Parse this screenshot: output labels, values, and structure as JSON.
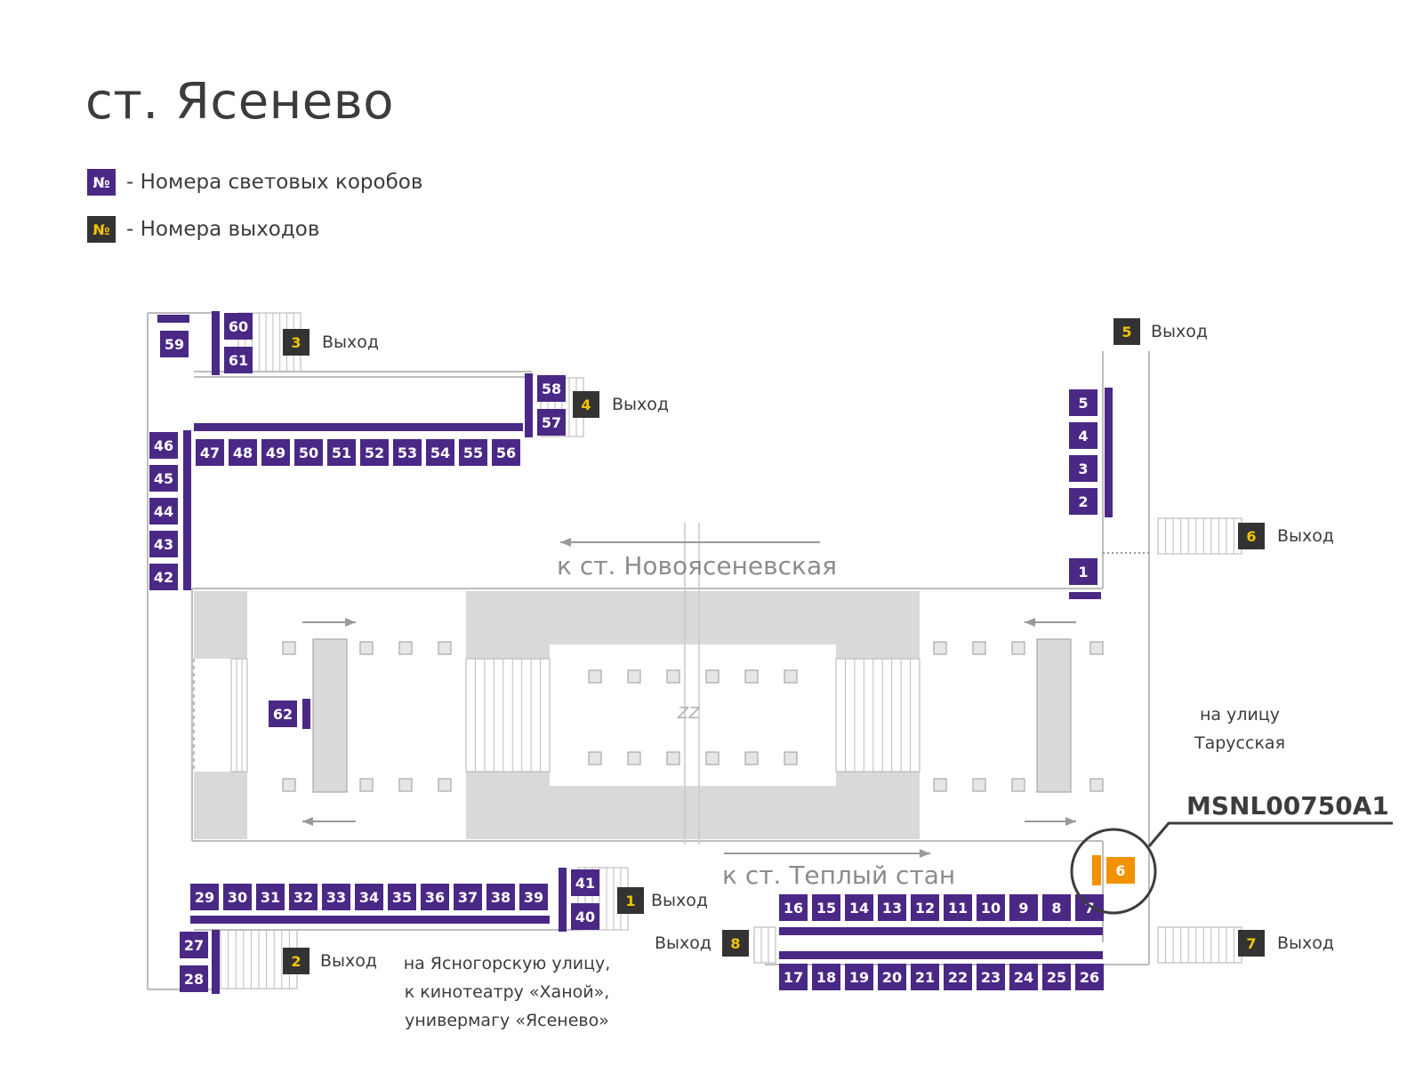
{
  "title": "ст. Ясенево",
  "legend": {
    "box_symbol": "№",
    "box_text": "- Номера световых коробов",
    "exit_symbol": "№",
    "exit_text": "- Номера выходов"
  },
  "colors": {
    "box": "#4a2886",
    "exit": "#333333",
    "exit_number": "#f2c500",
    "highlight": "#f39200",
    "structure": "#d9d9d9",
    "line": "#bdbdbd",
    "text": "#3c3c3c"
  },
  "exit_label": "Выход",
  "exits": [
    "1",
    "2",
    "3",
    "4",
    "5",
    "6",
    "7",
    "8"
  ],
  "boxes": {
    "top_row": [
      "47",
      "48",
      "49",
      "50",
      "51",
      "52",
      "53",
      "54",
      "55",
      "56"
    ],
    "left_column": [
      "46",
      "45",
      "44",
      "43",
      "42"
    ],
    "top_left": [
      "59",
      "60",
      "61"
    ],
    "exit4_pair": [
      "58",
      "57"
    ],
    "right_column": [
      "5",
      "4",
      "3",
      "2",
      "1"
    ],
    "bottom_left_row": [
      "29",
      "30",
      "31",
      "32",
      "33",
      "34",
      "35",
      "36",
      "37",
      "38",
      "39"
    ],
    "exit1_pair": [
      "41",
      "40"
    ],
    "exit2_pair": [
      "27",
      "28"
    ],
    "mid": "62",
    "right_upper_row": [
      "16",
      "15",
      "14",
      "13",
      "12",
      "11",
      "10",
      "9",
      "8",
      "7"
    ],
    "right_lower_row": [
      "17",
      "18",
      "19",
      "20",
      "21",
      "22",
      "23",
      "24",
      "25",
      "26"
    ]
  },
  "highlight": {
    "number": "6",
    "code": "MSNL00750A1"
  },
  "directions": {
    "north": "к ст. Новоясеневская",
    "south": "к ст. Теплый стан"
  },
  "labels": {
    "taruskaya": [
      "на улицу",
      "Тарусская"
    ],
    "yasnogorskaya": [
      "на Ясногорскую улицу,",
      "к кинотеатру «Ханой»,",
      "универмагу «Ясенево»"
    ],
    "zz": "ZZ"
  }
}
